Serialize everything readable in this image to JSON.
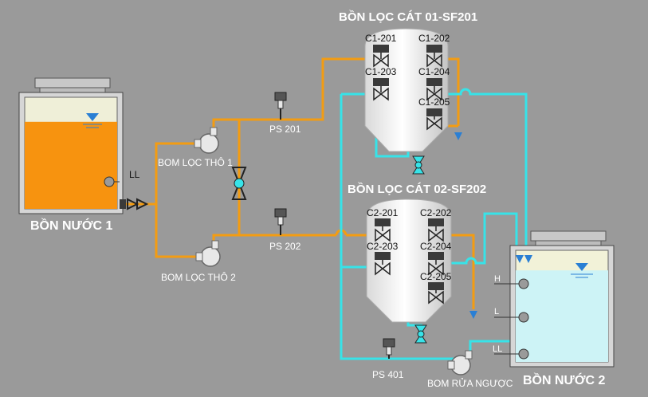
{
  "colors": {
    "background": "#9a9a9a",
    "raw_water_pipe": "#f39c12",
    "clean_water_pipe": "#37e3e8",
    "raw_water": "#f7930f",
    "clean_water": "#cdf3f6",
    "valve_body": "#3a3a3a"
  },
  "filters": {
    "sf201": {
      "title": "BỒN LỌC CÁT 01-SF201",
      "valves": [
        "C1-201",
        "C1-202",
        "C1-203",
        "C1-204",
        "C1-205"
      ]
    },
    "sf202": {
      "title": "BỒN LỌC CÁT 02-SF202",
      "valves": [
        "C2-201",
        "C2-202",
        "C2-203",
        "C2-204",
        "C2-205"
      ]
    }
  },
  "tanks": {
    "tank1": {
      "name": "BỒN NƯỚC 1",
      "sensor_label": "LL",
      "level_percent": 78
    },
    "tank2": {
      "name": "BỒN NƯỚC 2",
      "sensor_labels": [
        "H",
        "L",
        "LL"
      ],
      "level_percent": 82
    }
  },
  "pumps": {
    "p1": {
      "label": "BOM LỌC THÔ 1"
    },
    "p2": {
      "label": "BOM LỌC THÔ 2"
    },
    "backwash": {
      "label": "BOM RỬA NGƯỢC"
    }
  },
  "pressure_switches": {
    "ps201": "PS 201",
    "ps202": "PS 202",
    "ps401": "PS 401"
  }
}
